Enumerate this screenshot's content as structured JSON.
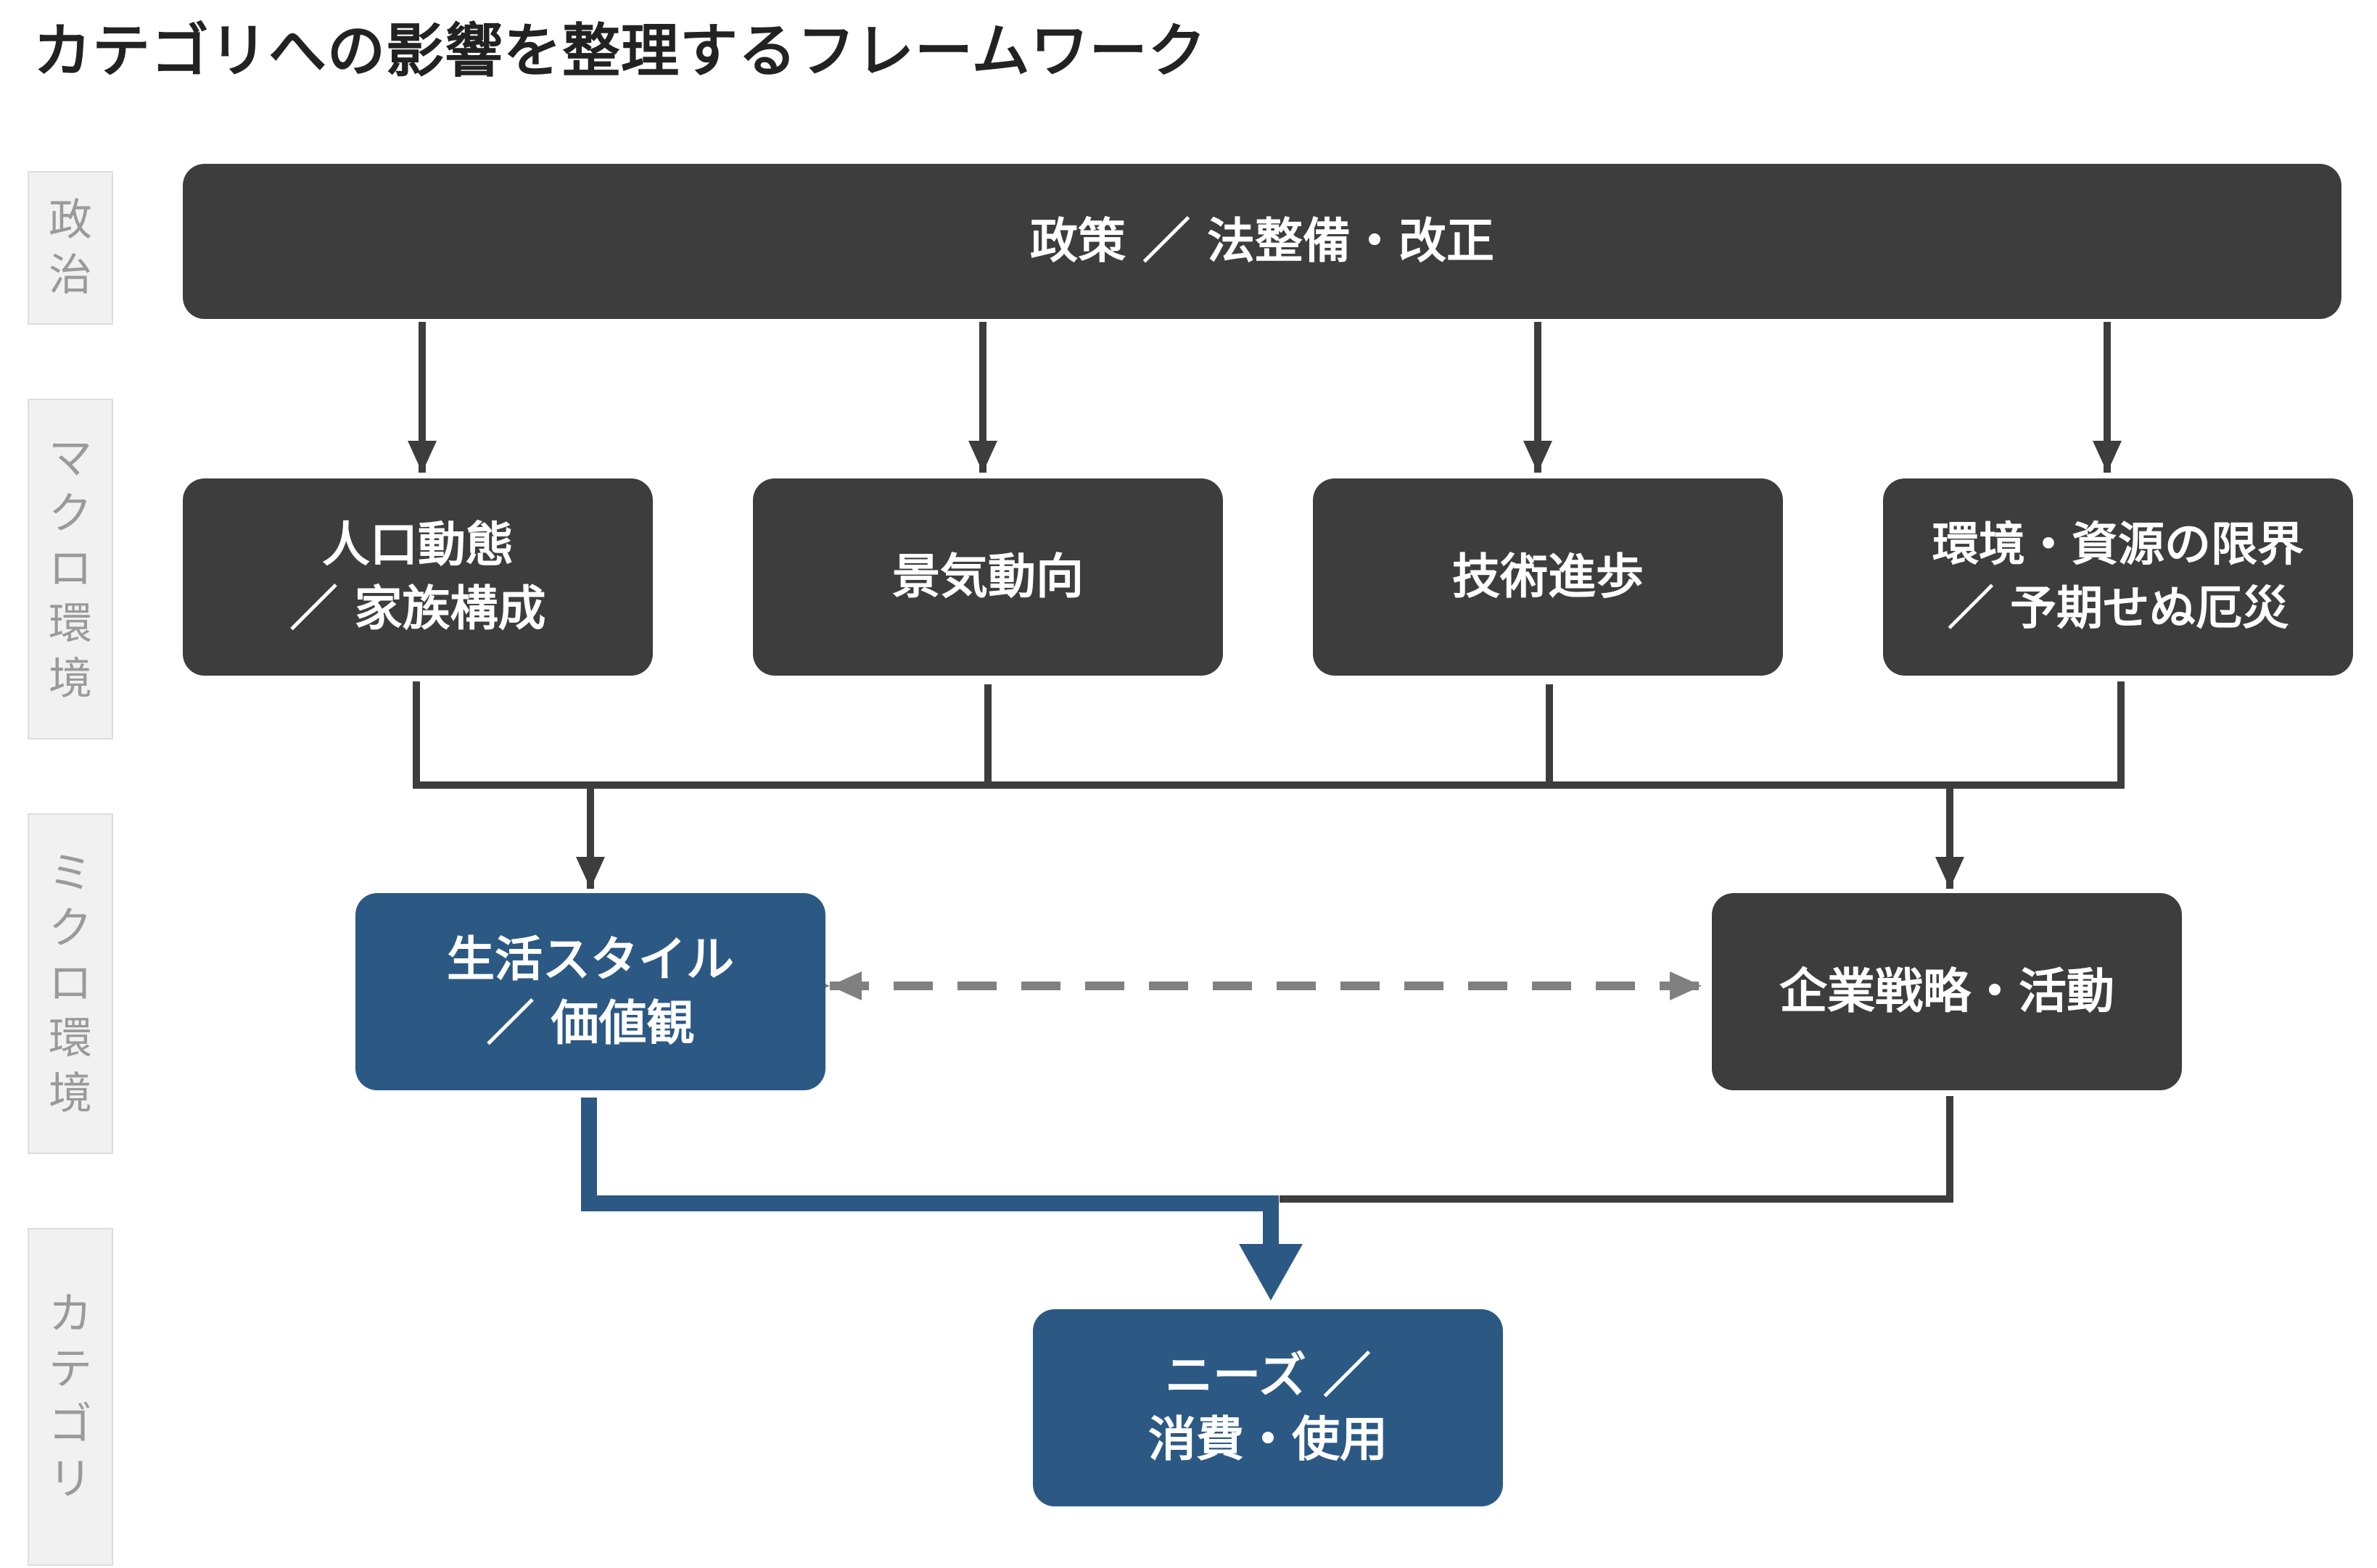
{
  "title": "カテゴリへの影響を整理するフレームワーク",
  "bands": {
    "politics": [
      "政",
      "治"
    ],
    "macro": [
      "マ",
      "ク",
      "ロ",
      "環",
      "境"
    ],
    "micro": [
      "ミ",
      "ク",
      "ロ",
      "環",
      "境"
    ],
    "category": [
      "カ",
      "テ",
      "ゴ",
      "リ"
    ]
  },
  "nodes": {
    "policy": {
      "line1": "政策 ／ 法整備・改正"
    },
    "demographics": {
      "line1": "人口動態",
      "line2": "／ 家族構成"
    },
    "economy": {
      "line1": "景気動向"
    },
    "technology": {
      "line1": "技術進歩"
    },
    "environment": {
      "line1": "環境・資源の限界",
      "line2": "／ 予期せぬ厄災"
    },
    "lifestyle": {
      "line1": "生活スタイル",
      "line2": "／ 価値観"
    },
    "corporate": {
      "line1": "企業戦略・活動"
    },
    "needs": {
      "line1": "ニーズ ／",
      "line2": "消費・使用"
    }
  },
  "colors": {
    "dark_box": "#3d3d3d",
    "blue_box": "#2c5984",
    "connector": "#3d3d3d",
    "dashed_arrow": "#808080",
    "band_text": "#9a9a9a"
  }
}
